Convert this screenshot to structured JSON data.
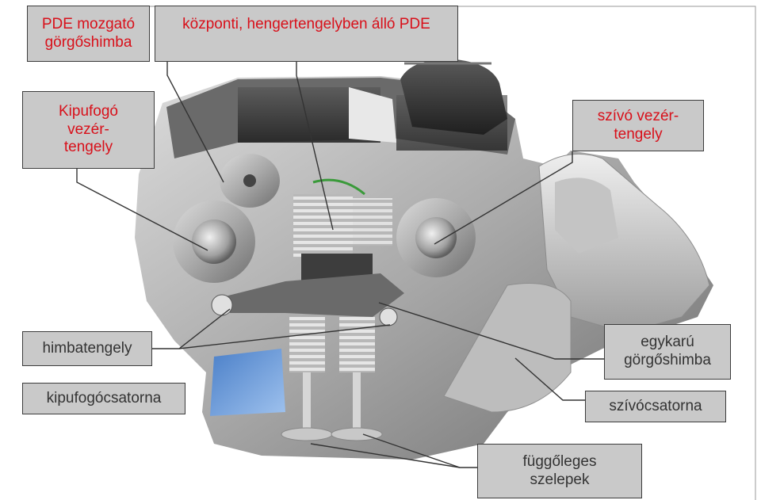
{
  "labels": {
    "pde_roller_rocker": "PDE mozgató\ngörgőshimba",
    "central_pde": "központi, hengertengelyben álló PDE",
    "exhaust_camshaft": "Kipufogó\nvezér-\ntengely",
    "intake_camshaft": "szívó vezér-\ntengely",
    "rocker_shaft": "himbatengely",
    "exhaust_port": "kipufogócsatorna",
    "single_arm_roller_rocker": "egykarú\ngörgőshimba",
    "intake_port": "szívócsatorna",
    "vertical_valves": "függőleges\nszelepek"
  },
  "colors": {
    "label_bg": "#c9c9c9",
    "label_border": "#3c3c3c",
    "red_text": "#d8101a",
    "dark_text": "#333333"
  }
}
